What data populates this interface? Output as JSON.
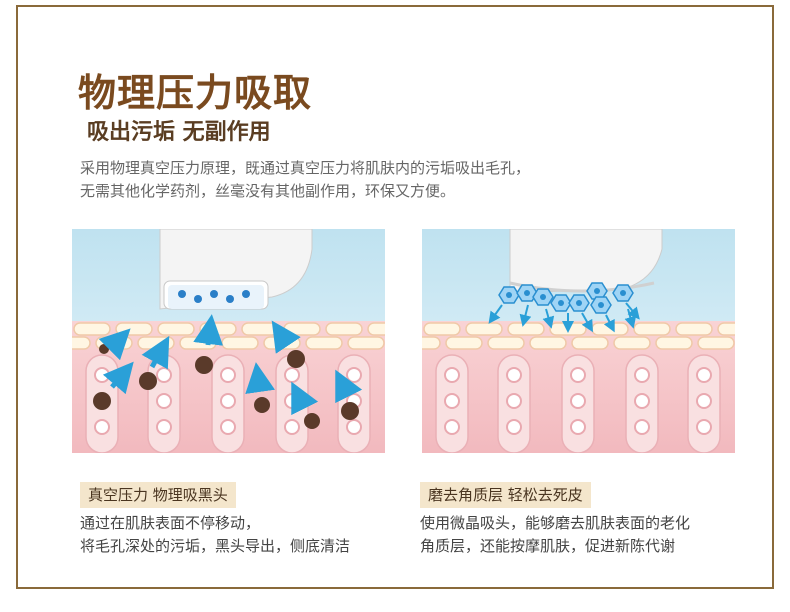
{
  "header": {
    "title": "物理压力吸取",
    "subtitle": "吸出污垢 无副作用",
    "description_lines": [
      "采用物理真空压力原理，既通过真空压力将肌肤内的污垢吸出毛孔，",
      "无需其他化学药剂，丝毫没有其他副作用，环保又方便。"
    ]
  },
  "panels": [
    {
      "tag": "真空压力 物理吸黑头",
      "lines": [
        "通过在肌肤表面不停移动，",
        "将毛孔深处的污垢，黑头导出，侧底清洁"
      ]
    },
    {
      "tag": "磨去角质层 轻松去死皮",
      "lines": [
        "使用微晶吸头，能够磨去肌肤表面的老化",
        "角质层，还能按摩肌肤，促进新陈代谢"
      ]
    }
  ],
  "colors": {
    "frame": "#8a6a3a",
    "title": "#7a4a1f",
    "sky": "#cfe8f3",
    "skin": "#f5c8cc",
    "tag_bg": "#f4e6cc",
    "arrow": "#2aa0d8"
  }
}
